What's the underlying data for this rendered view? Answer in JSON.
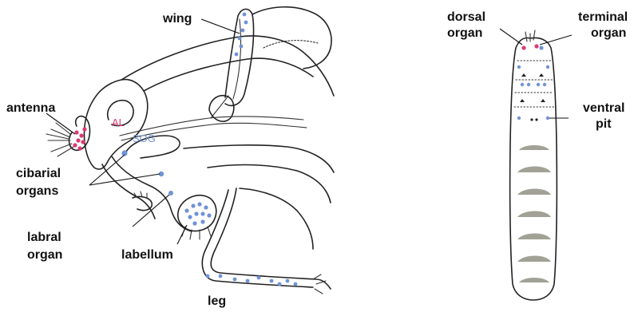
{
  "colors": {
    "blue_neuron": "#6f93d6",
    "pink_neuron": "#dd3b6f",
    "outline": "#222222",
    "band": "#8a8a7a"
  },
  "adult": {
    "labels": {
      "wing": "wing",
      "antenna": "antenna",
      "al": "AL",
      "sog": "SOG",
      "cibarial": [
        "cibarial",
        "organs"
      ],
      "labral": [
        "labral",
        "organ"
      ],
      "labellum": "labellum",
      "leg": "leg"
    }
  },
  "larva": {
    "labels": {
      "dorsal": [
        "dorsal",
        "organ"
      ],
      "terminal": [
        "terminal",
        "organ"
      ],
      "ventral": [
        "ventral",
        "pit"
      ]
    }
  }
}
